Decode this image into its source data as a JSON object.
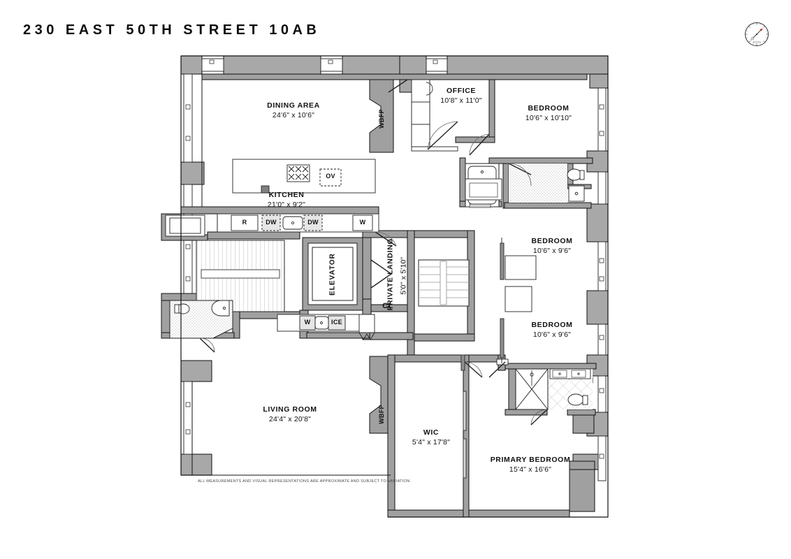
{
  "header": {
    "title": "230 EAST 50TH STREET 10AB",
    "compass_icon": "compass-rose-north-arrow"
  },
  "footer": {
    "disclaimer": "ALL MEASUREMENTS AND VISUAL REPRESENTATIONS ARE APPROXIMATE AND SUBJECT TO VARIATION"
  },
  "colors": {
    "wall_fill": "#a8a8a8",
    "wall_stroke": "#111111",
    "interior_wall": "#9e9e9e",
    "line": "#1a1a1a",
    "tile": "#d9d9d9",
    "text": "#111111",
    "disclaimer_text": "#4a4a4a",
    "compass_needle": "#c0392b",
    "page_background": "#ffffff"
  },
  "rooms": [
    {
      "id": "dining-area",
      "name": "DINING AREA",
      "dimensions": "24'6\" x 10'6\""
    },
    {
      "id": "kitchen",
      "name": "KITCHEN",
      "dimensions": "21'0\" x 9'2\""
    },
    {
      "id": "office",
      "name": "OFFICE",
      "dimensions": "10'8\" x 11'0\""
    },
    {
      "id": "bedroom-1",
      "name": "BEDROOM",
      "dimensions": "10'6\" x 10'10\""
    },
    {
      "id": "bedroom-2",
      "name": "BEDROOM",
      "dimensions": "10'6\" x 9'6\""
    },
    {
      "id": "bedroom-3",
      "name": "BEDROOM",
      "dimensions": "10'6\" x 9'6\""
    },
    {
      "id": "private-landing",
      "name": "PRIVATE LANDING",
      "dimensions": "5'0\" x 5'10\""
    },
    {
      "id": "living-room",
      "name": "LIVING ROOM",
      "dimensions": "24'4\" x 20'8\""
    },
    {
      "id": "wic",
      "name": "WIC",
      "dimensions": "5'4\" x 17'8\""
    },
    {
      "id": "primary-bedroom",
      "name": "PRIMARY BEDROOM",
      "dimensions": "15'4\" x 16'6\""
    }
  ],
  "tags": {
    "elevator": "ELEVATOR",
    "closet": "CL",
    "fireplace_upper": "WBFP",
    "fireplace_lower": "WBFP"
  },
  "appliances": {
    "refrigerator": "R",
    "dishwasher_left": "DW",
    "dishwasher_right": "DW",
    "washer_upper": "W",
    "oven": "OV",
    "washer_lower": "W",
    "ice_maker": "ICE"
  },
  "fixtures": [
    "cooktop-six-burner",
    "kitchen-sink",
    "bar-sink",
    "bathtub",
    "toilet-guest",
    "sink-guest",
    "toilet-powder",
    "sink-powder",
    "shower-stall",
    "sink-primary-left",
    "sink-primary-right",
    "toilet-primary",
    "stairs-interior",
    "stairs-building",
    "elevator-cab"
  ]
}
